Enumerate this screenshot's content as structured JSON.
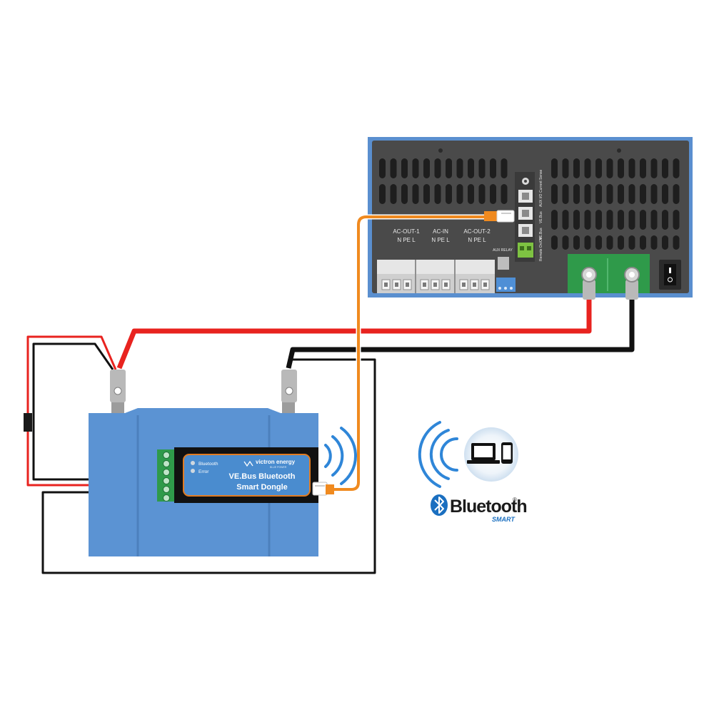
{
  "inverter": {
    "terminal_groups": [
      {
        "title": "AC-OUT-1",
        "pins": "N  PE  L"
      },
      {
        "title": "AC-IN",
        "pins": "N  PE  L"
      },
      {
        "title": "AC-OUT-2",
        "pins": "N  PE  L"
      }
    ],
    "aux_relay_label": "AUX RELAY",
    "side_labels": {
      "current_sense": "Current Sense",
      "aux_io": "AUX I/O",
      "vebus_1": "VE.Bus",
      "vebus_2": "VE.Bus",
      "remote_onoff": "Remote On/Off"
    }
  },
  "dongle": {
    "brand": "victron energy",
    "brand_tagline": "BLUE POWER",
    "led_bluetooth": "Bluetooth",
    "led_error": "Error",
    "title_line1": "VE.Bus Bluetooth",
    "title_line2": "Smart Dongle"
  },
  "bluetooth_badge": {
    "name": "Bluetooth",
    "reg_mark": "®",
    "sub": "SMART"
  },
  "colors": {
    "battery": "#5b93d3",
    "inverter_panel": "#4a4a4a",
    "inverter_frame": "#5a8fcf",
    "red_cable": "#e8231f",
    "black_cable": "#111111",
    "orange_cable": "#f08a1f",
    "terminal_green": "#2f9a4a",
    "bluetooth_blue": "#1a6fc0"
  }
}
